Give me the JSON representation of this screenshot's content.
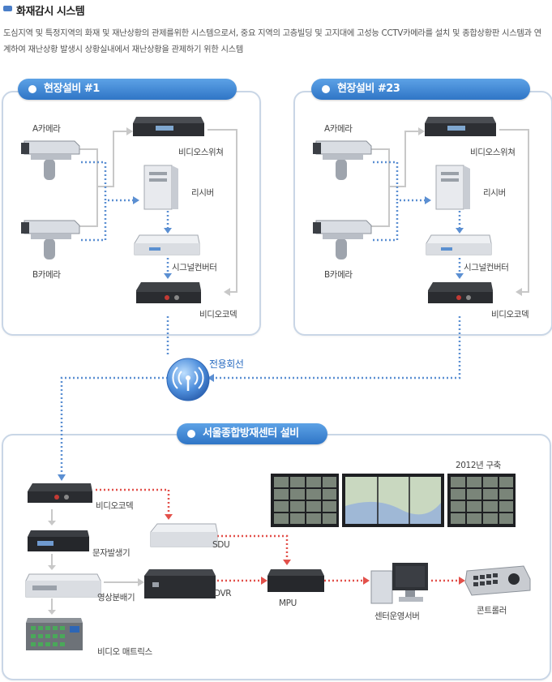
{
  "header": {
    "title": "화재감시 시스템",
    "description": "도심지역 및 특정지역의 화재 및 재난상황의 관제를위한 시스템으로서, 중요 지역의 고층빌딩 및 고지대에 고성능 CCTV카메라를 설치 및 종합상황판 시스템과 연계하여 재난상황 발생시 상황실내에서 재난상황을 관제하기 위한 시스템"
  },
  "site1": {
    "title": "현장설비 #1",
    "camera_a": "A카메라",
    "camera_b": "B카메라",
    "video_switcher": "비디오스위쳐",
    "receiver": "리시버",
    "signal_converter": "시그널컨버터",
    "video_codec": "비디오코덱"
  },
  "site23": {
    "title": "현장설비 #23",
    "camera_a": "A카메라",
    "camera_b": "B카메라",
    "video_switcher": "비디오스위쳐",
    "receiver": "리시버",
    "signal_converter": "시그널컨버터",
    "video_codec": "비디오코덱"
  },
  "link": {
    "label": "전용회선"
  },
  "center": {
    "title": "서울종합방재센터 설비",
    "video_codec": "비디오코덱",
    "character_generator": "문자발생기",
    "video_distributor": "영상분배기",
    "video_matrix": "비디오 매트릭스",
    "sdu": "SDU",
    "dvr": "DVR",
    "mpu": "MPU",
    "operation_server": "센터운영서버",
    "controller": "콘트롤러",
    "build_year": "2012년 구축"
  },
  "colors": {
    "accent": "#2f75c6",
    "panel_border": "#c9d6e6",
    "blue_link": "#5b8fd2",
    "red_link": "#e2504a",
    "gray_link": "#c8c8c8"
  }
}
